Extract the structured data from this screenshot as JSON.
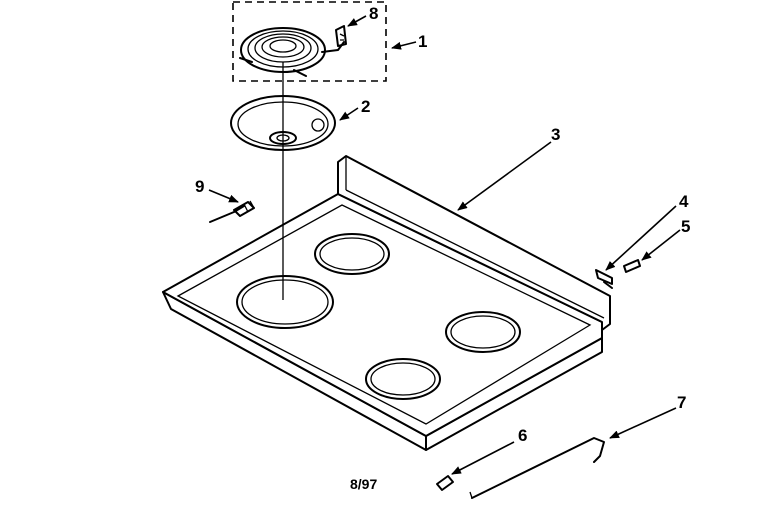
{
  "callouts": {
    "c1": "1",
    "c2": "2",
    "c3": "3",
    "c4": "4",
    "c5": "5",
    "c6": "6",
    "c7": "7",
    "c8": "8",
    "c9": "9"
  },
  "footer": {
    "code": "8/97"
  }
}
